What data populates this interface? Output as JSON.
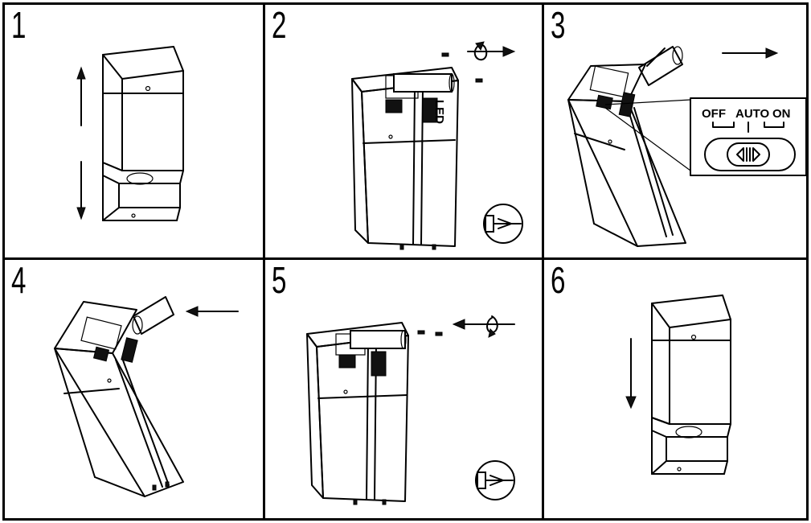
{
  "steps": [
    {
      "number": "1"
    },
    {
      "number": "2"
    },
    {
      "number": "3"
    },
    {
      "number": "4"
    },
    {
      "number": "5"
    },
    {
      "number": "6"
    }
  ],
  "switch": {
    "off_label": "OFF",
    "auto_label": "AUTO",
    "on_label": "ON"
  }
}
